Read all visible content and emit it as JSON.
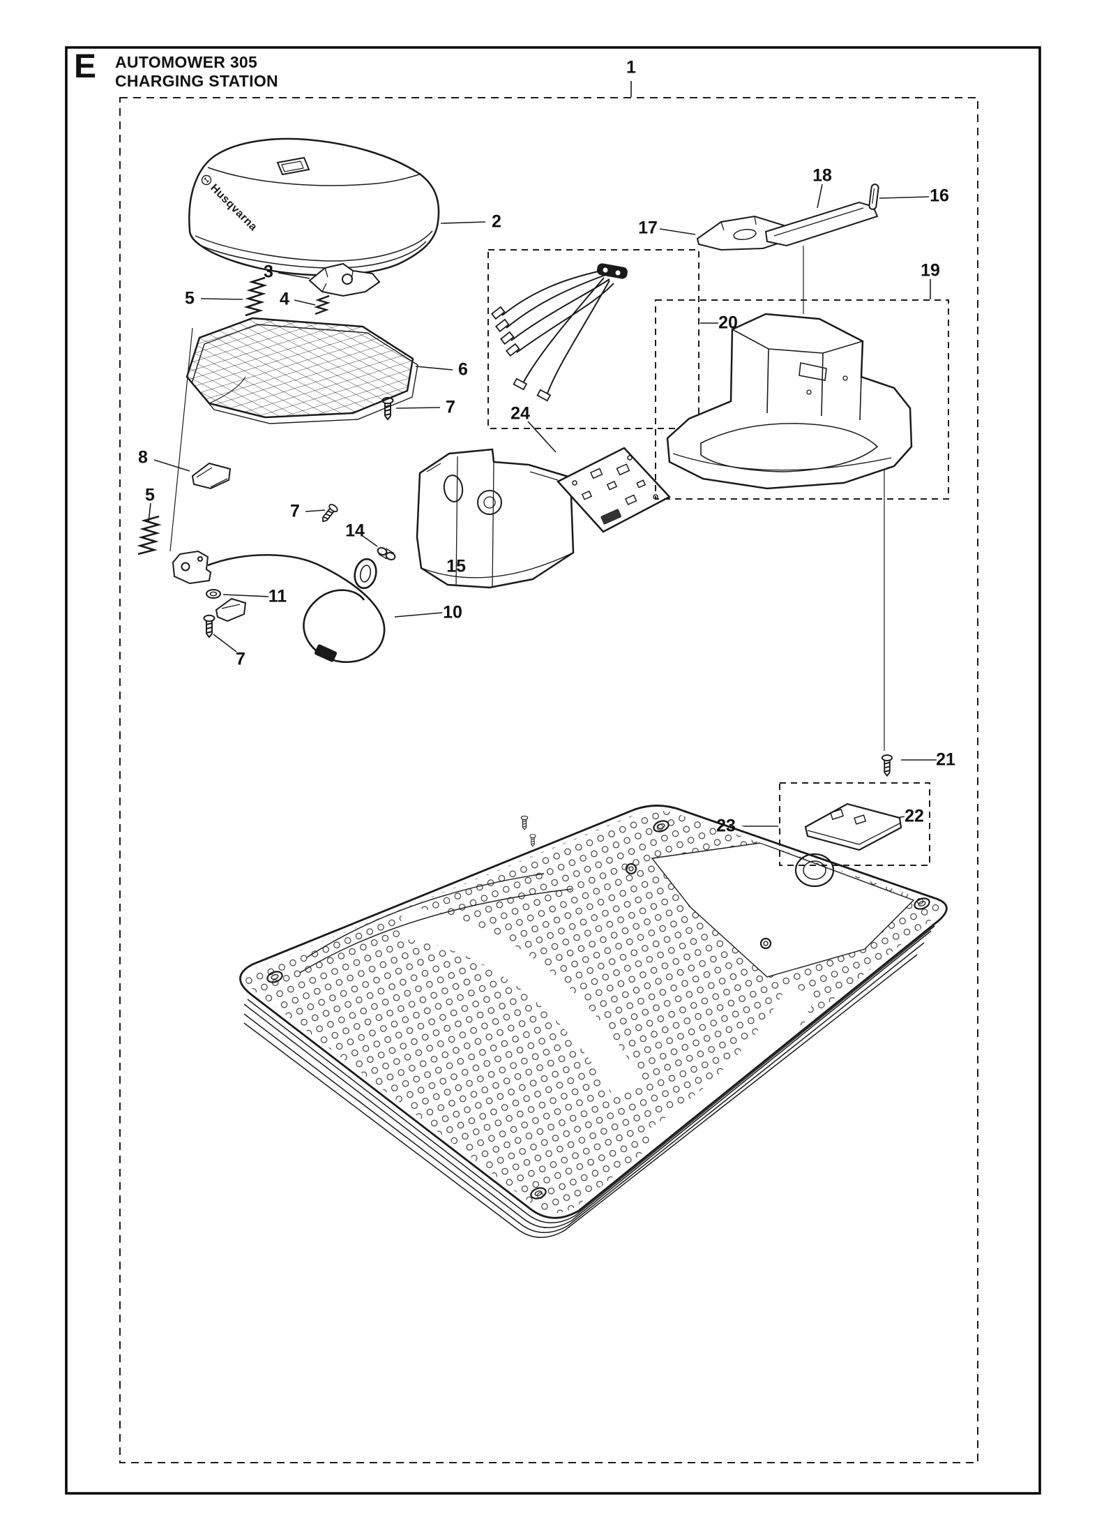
{
  "header": {
    "section_letter": "E",
    "model": "AUTOMOWER 305",
    "subtitle": "CHARGING STATION"
  },
  "diagram": {
    "type": "exploded-parts-diagram",
    "subject": "Charging station exploded view",
    "brand_text": "Husqvarna",
    "line_color": "#1a1a1a",
    "callouts": [
      {
        "label": "1"
      },
      {
        "label": "2"
      },
      {
        "label": "3"
      },
      {
        "label": "4"
      },
      {
        "label": "5"
      },
      {
        "label": "6"
      },
      {
        "label": "7"
      },
      {
        "label": "8"
      },
      {
        "label": "5"
      },
      {
        "label": "7"
      },
      {
        "label": "14"
      },
      {
        "label": "15"
      },
      {
        "label": "11"
      },
      {
        "label": "10"
      },
      {
        "label": "7"
      },
      {
        "label": "16"
      },
      {
        "label": "17"
      },
      {
        "label": "18"
      },
      {
        "label": "19"
      },
      {
        "label": "20"
      },
      {
        "label": "24"
      },
      {
        "label": "21"
      },
      {
        "label": "22"
      },
      {
        "label": "23"
      }
    ]
  }
}
